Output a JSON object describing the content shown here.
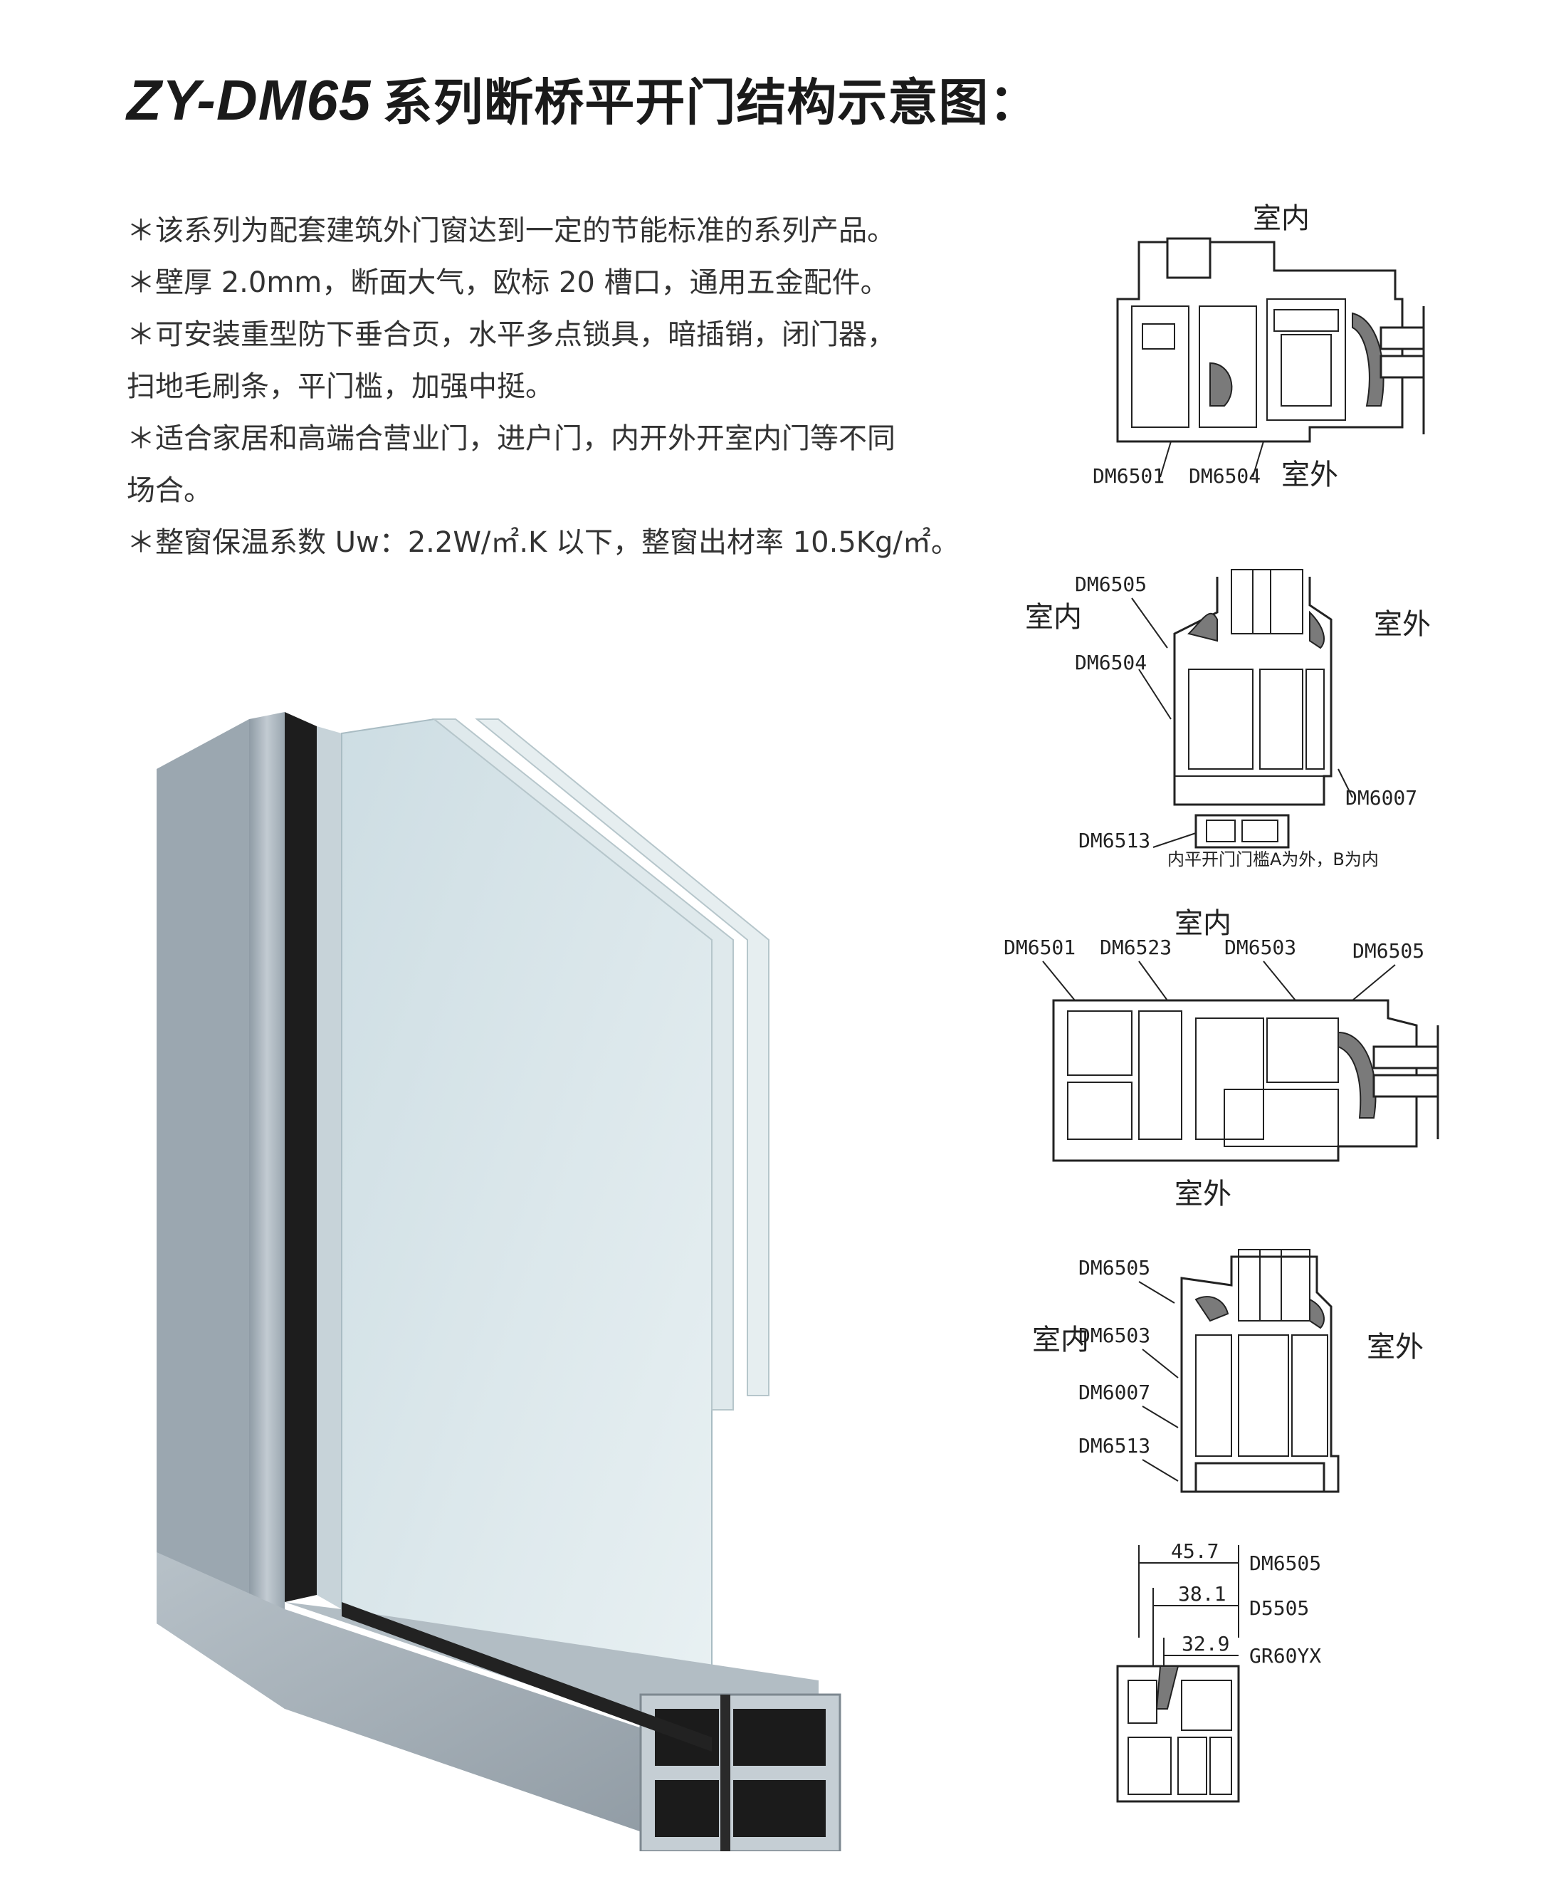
{
  "header": {
    "code": "ZY-DM65",
    "title": "系列断桥平开门结构示意图："
  },
  "features": [
    "＊该系列为配套建筑外门窗达到一定的节能标准的系列产品。",
    "＊壁厚 2.0mm，断面大气，欧标 20 槽口，通用五金配件。",
    "＊可安装重型防下垂合页，水平多点锁具，暗插销，闭门器，",
    "扫地毛刷条，平门槛，加强中挺。",
    "＊适合家居和高端合营业门，进户门，内开外开室内门等不同",
    "场合。",
    "＊整窗保温系数 Uw：2.2W/㎡.K 以下，整窗出材率 10.5Kg/㎡。"
  ],
  "diagram1": {
    "top": "室内",
    "bottom": "室外",
    "labels": [
      "DM6501",
      "DM6504"
    ]
  },
  "diagram2": {
    "left": "室内",
    "right": "室外",
    "labels": [
      "DM6505",
      "DM6504",
      "DM6007",
      "DM6513"
    ],
    "caption": "内平开门门槛A为外，B为内"
  },
  "diagram3": {
    "top": "室内",
    "bottom": "室外",
    "labels": [
      "DM6501",
      "DM6523",
      "DM6503",
      "DM6505"
    ]
  },
  "diagram4": {
    "left": "室内",
    "right": "室外",
    "labels": [
      "DM6505",
      "DM6503",
      "DM6007",
      "DM6513"
    ]
  },
  "diagram5": {
    "dims": [
      "45.7",
      "38.1",
      "32.9"
    ],
    "labels": [
      "DM6505",
      "D5505",
      "GR60YX"
    ]
  },
  "colors": {
    "frame": "#a9b4bd",
    "glass": "#d8e6ea",
    "dark": "#1d1d1d"
  }
}
